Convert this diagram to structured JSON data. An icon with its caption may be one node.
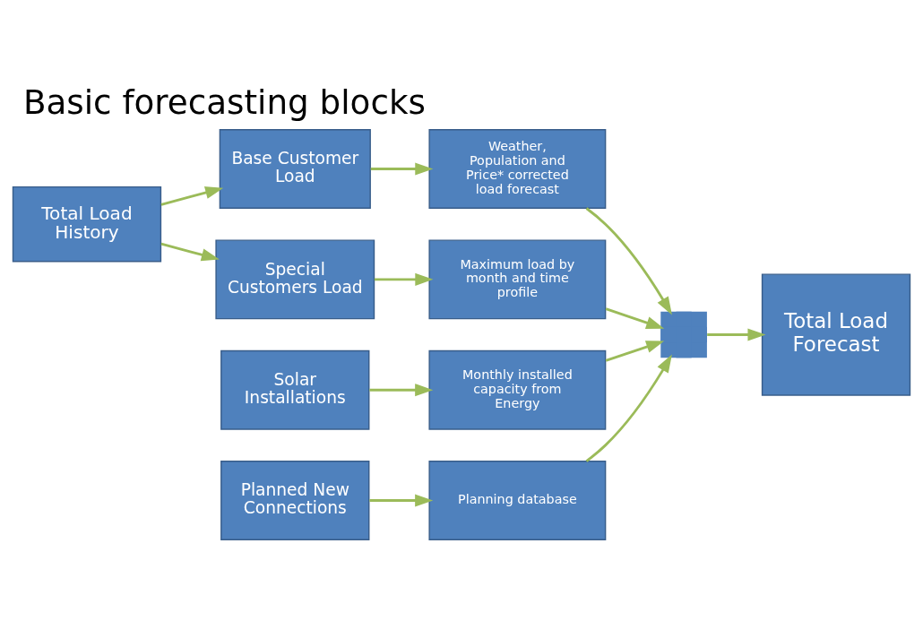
{
  "diagram": {
    "title": "Basic forecasting blocks",
    "nodes": [
      {
        "text": [
          "Total Load History"
        ]
      },
      {
        "text": [
          "Base Customer Load"
        ]
      },
      {
        "text": [
          "Weather, Population and Price* corrected load forecast"
        ]
      },
      {
        "text": [
          "Special Customers Load"
        ]
      },
      {
        "text": [
          "Maximum load by month and time profile"
        ]
      },
      {
        "text": [
          "Solar Installations"
        ]
      },
      {
        "text": [
          "Monthly installed capacity from Energy"
        ]
      },
      {
        "text": [
          "Planned New Connections"
        ]
      },
      {
        "text": [
          "Planning database"
        ]
      },
      {
        "text": [],
        "shape": "plus"
      },
      {
        "text": [
          "Total Load Forecast"
        ]
      }
    ],
    "edges": [
      {
        "from": 0,
        "to": 1,
        "arrow": "to"
      },
      {
        "from": 0,
        "to": 3,
        "arrow": "to"
      },
      {
        "from": 1,
        "to": 2,
        "arrow": "to"
      },
      {
        "from": 3,
        "to": 4,
        "arrow": "to"
      },
      {
        "from": 5,
        "to": 6,
        "arrow": "to"
      },
      {
        "from": 7,
        "to": 8,
        "arrow": "to"
      },
      {
        "from": 2,
        "to": 9,
        "arrow": "to"
      },
      {
        "from": 4,
        "to": 9,
        "arrow": "to"
      },
      {
        "from": 6,
        "to": 9,
        "arrow": "to"
      },
      {
        "from": 8,
        "to": 9,
        "arrow": "to"
      },
      {
        "from": 9,
        "to": 10,
        "arrow": "to"
      }
    ]
  }
}
